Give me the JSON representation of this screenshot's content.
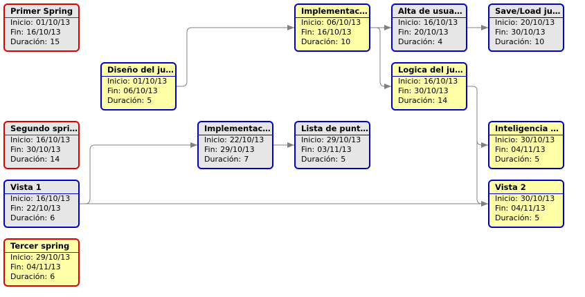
{
  "labels": {
    "start": "Inicio:",
    "end": "Fin:",
    "duration": "Duración:"
  },
  "colors": {
    "blue_border": "#0000cc",
    "red_border": "#dd0000",
    "yellow_fill": "#ffffa8",
    "grey_fill": "#e6e6e6",
    "connector": "#808080"
  },
  "nodes": {
    "primer_spring": {
      "title": "Primer Spring",
      "start": "01/10/13",
      "end": "16/10/13",
      "duration": "15"
    },
    "segundo_spring": {
      "title": "Segundo spring",
      "start": "16/10/13",
      "end": "30/10/13",
      "duration": "14"
    },
    "vista1": {
      "title": "Vista 1",
      "start": "16/10/13",
      "end": "22/10/13",
      "duration": "6"
    },
    "tercer_spring": {
      "title": "Tercer spring",
      "start": "29/10/13",
      "end": "04/11/13",
      "duration": "6"
    },
    "diseno": {
      "title": "Diseño del jue...",
      "start": "01/10/13",
      "end": "06/10/13",
      "duration": "5"
    },
    "implementacion1": {
      "title": "Implementacio...",
      "start": "06/10/13",
      "end": "16/10/13",
      "duration": "10"
    },
    "implementacion2": {
      "title": "Implementacio...",
      "start": "22/10/13",
      "end": "29/10/13",
      "duration": "7"
    },
    "lista": {
      "title": "Lista de punta...",
      "start": "29/10/13",
      "end": "03/11/13",
      "duration": "5"
    },
    "alta": {
      "title": "Alta de usuario",
      "start": "16/10/13",
      "end": "20/10/13",
      "duration": "4"
    },
    "logica": {
      "title": "Logica del jue...",
      "start": "16/10/13",
      "end": "30/10/13",
      "duration": "14"
    },
    "save": {
      "title": "Save/Load jue...",
      "start": "20/10/13",
      "end": "30/10/13",
      "duration": "10"
    },
    "inteligencia": {
      "title": "Inteligencia a...",
      "start": "30/10/13",
      "end": "04/11/13",
      "duration": "5"
    },
    "vista2": {
      "title": "Vista 2",
      "start": "30/10/13",
      "end": "04/11/13",
      "duration": "5"
    }
  }
}
